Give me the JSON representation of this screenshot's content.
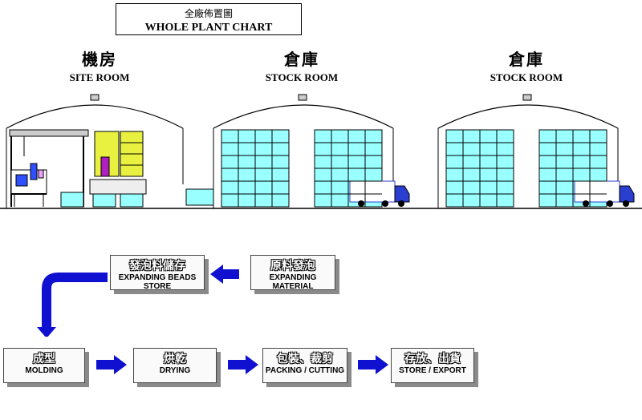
{
  "title": {
    "zh": "全廠佈置圖",
    "en": "WHOLE PLANT CHART"
  },
  "rooms": [
    {
      "zh": "機房",
      "en": "SITE ROOM"
    },
    {
      "zh": "倉庫",
      "en": "STOCK ROOM"
    },
    {
      "zh": "倉庫",
      "en": "STOCK ROOM"
    }
  ],
  "process": {
    "raw": {
      "zh": "原料發泡",
      "en1": "EXPANDING",
      "en2": "MATERIAL"
    },
    "store": {
      "zh": "發泡料儲存",
      "en1": "EXPANDING BEADS",
      "en2": "STORE"
    },
    "molding": {
      "zh": "成型",
      "en1": "MOLDING"
    },
    "drying": {
      "zh": "烘乾",
      "en1": "DRYING"
    },
    "packing": {
      "zh": "包裝、裁剪",
      "en1": "PACKING / CUTTING"
    },
    "export": {
      "zh": "存放、出貨",
      "en1": "STORE / EXPORT"
    }
  },
  "colors": {
    "storage": "#99ffff",
    "arrow": "#1010d0",
    "truck": "#2a3fd0"
  }
}
